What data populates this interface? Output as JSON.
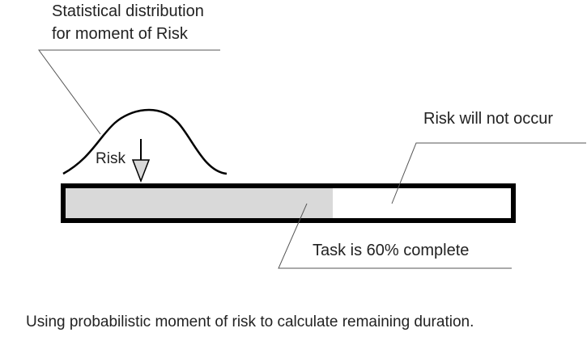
{
  "labels": {
    "distribution_line1": "Statistical distribution",
    "distribution_line2": "for moment of Risk",
    "risk": "Risk",
    "no_risk": "Risk will not occur",
    "task_progress": "Task is 60% complete"
  },
  "progress": {
    "complete_fraction": 0.6,
    "fill_color": "#d9d9d9",
    "border_color": "#000000"
  },
  "caption": "Using probabilistic moment of risk to calculate remaining duration."
}
